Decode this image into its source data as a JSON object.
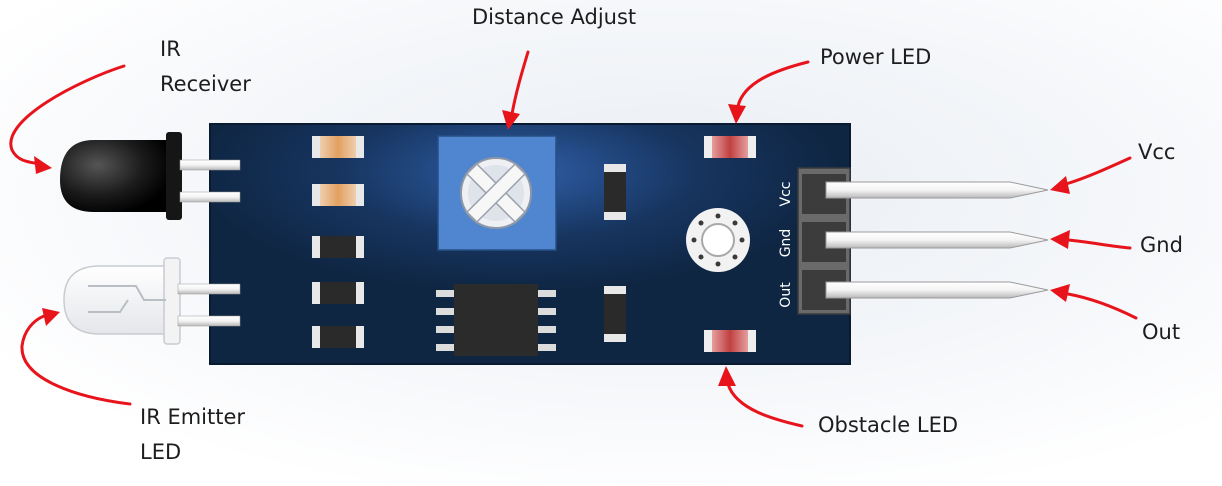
{
  "labels": {
    "distance_adjust": "Distance Adjust",
    "ir_receiver": [
      "IR",
      "Receiver"
    ],
    "power_led": "Power LED",
    "vcc": "Vcc",
    "gnd": "Gnd",
    "out": "Out",
    "ir_emitter_led": [
      "IR Emitter",
      "LED"
    ],
    "obstacle_led": "Obstacle LED"
  },
  "silkscreen": {
    "vcc": "Vcc",
    "gnd": "Gnd",
    "out": "Out"
  },
  "colors": {
    "board": "#0f2643",
    "board_glow": "#2f5fa8",
    "potentiometer": "#4f86cf",
    "arrow": "#e8141c",
    "pin": "#f2f2f2",
    "label_text": "#1d1d1d"
  }
}
